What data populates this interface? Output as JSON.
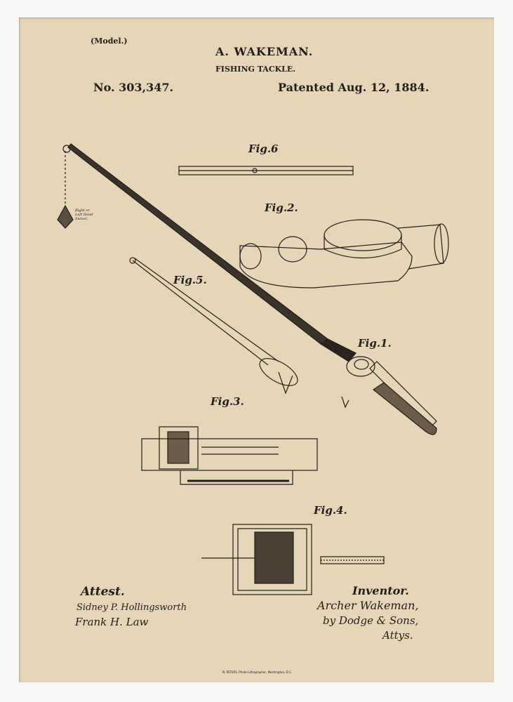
{
  "header": {
    "model": "(Model.)",
    "inventor_name": "A. WAKEMAN.",
    "subject": "FISHING TACKLE.",
    "patent_number": "No. 303,347.",
    "patent_date": "Patented Aug. 12, 1884."
  },
  "figures": {
    "fig1": "Fig.1.",
    "fig2": "Fig.2.",
    "fig3": "Fig.3.",
    "fig4": "Fig.4.",
    "fig5": "Fig.5.",
    "fig6": "Fig.6"
  },
  "annotation": "Right or Left Hand Swivel.",
  "attest": {
    "label": "Attest.",
    "witness1": "Sidney P. Hollingsworth",
    "witness2": "Frank H. Law"
  },
  "inventor": {
    "label": "Inventor.",
    "signature": "Archer Wakeman,",
    "by": "by Dodge & Sons,",
    "attys": "Attys."
  },
  "printer": "N. PETERS, Photo-Lithographer, Washington, D.C.",
  "colors": {
    "paper": "#e6d6b7",
    "ink": "#221e19",
    "frame": "#f6f6f4"
  }
}
